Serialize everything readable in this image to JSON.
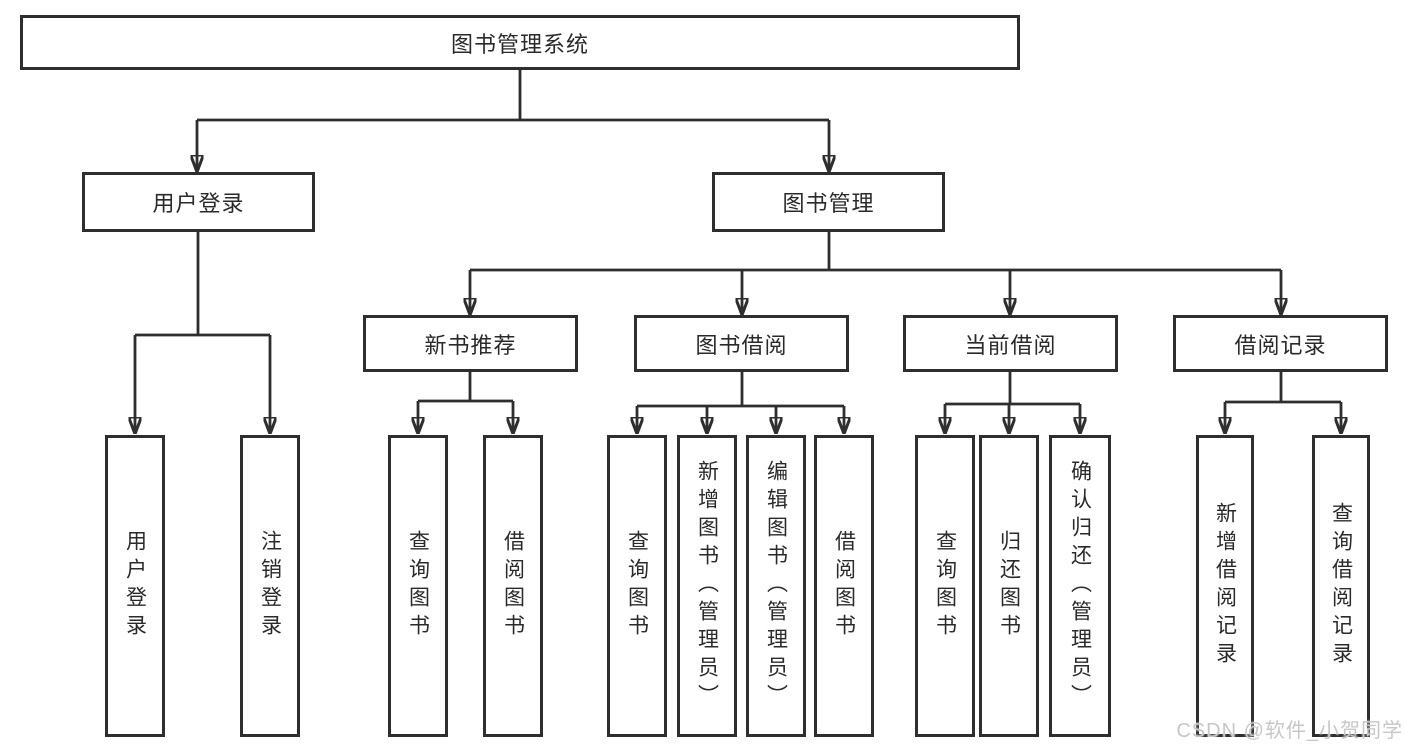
{
  "diagram": {
    "root": {
      "label": "图书管理系统"
    },
    "branches": [
      {
        "label": "用户登录",
        "children": [
          "用户登录",
          "注销登录"
        ]
      },
      {
        "label": "图书管理",
        "groups": [
          {
            "label": "新书推荐",
            "children": [
              "查询图书",
              "借阅图书"
            ]
          },
          {
            "label": "图书借阅",
            "children": [
              "查询图书",
              "新增图书（管理员）",
              "编辑图书（管理员）",
              "借阅图书"
            ]
          },
          {
            "label": "当前借阅",
            "children": [
              "查询图书",
              "归还图书",
              "确认归还（管理员）"
            ]
          },
          {
            "label": "借阅记录",
            "children": [
              "新增借阅记录",
              "查询借阅记录"
            ]
          }
        ]
      }
    ]
  },
  "watermark": {
    "text": "CSDN @软件_小贺同学"
  },
  "colors": {
    "line": "#2e2e2e",
    "text": "#2a2a2a",
    "background": "#ffffff",
    "watermark": "#c7c7c7"
  }
}
